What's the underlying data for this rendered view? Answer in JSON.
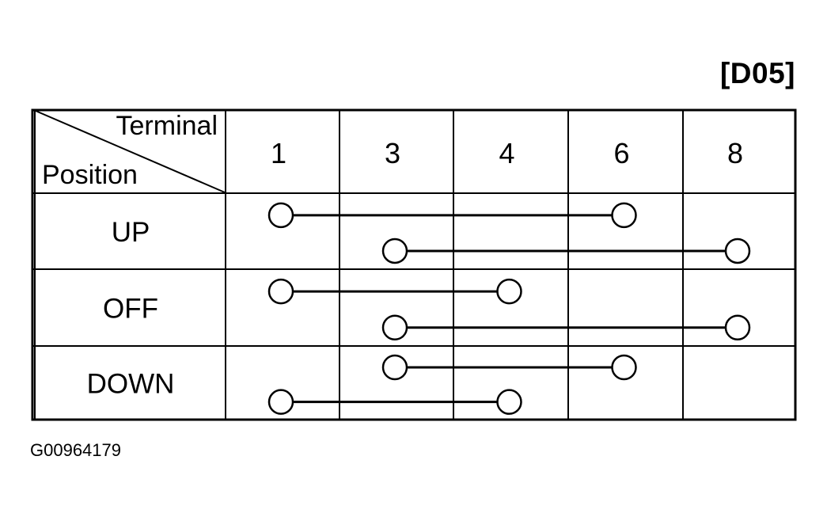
{
  "ref_code": "[D05]",
  "figure_id": "G00964179",
  "header": {
    "terminal_label": "Terminal",
    "position_label": "Position"
  },
  "terminals": [
    "1",
    "3",
    "4",
    "6",
    "8"
  ],
  "positions": [
    {
      "name": "UP",
      "connections": [
        [
          "1",
          "6"
        ],
        [
          "3",
          "8"
        ]
      ]
    },
    {
      "name": "OFF",
      "connections": [
        [
          "1",
          "4"
        ],
        [
          "3",
          "8"
        ]
      ]
    },
    {
      "name": "DOWN",
      "connections": [
        [
          "3",
          "6"
        ],
        [
          "1",
          "4"
        ]
      ]
    }
  ]
}
